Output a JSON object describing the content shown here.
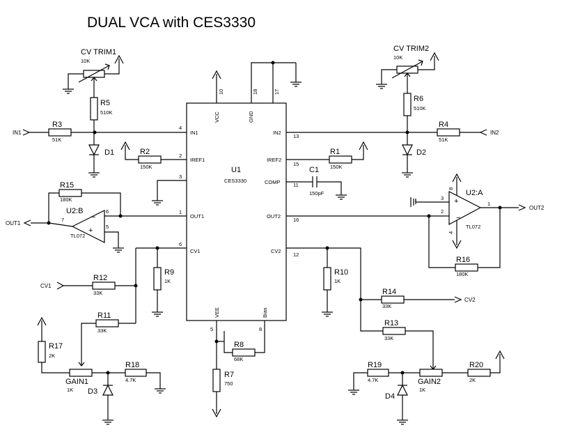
{
  "title": "DUAL VCA with CES3330",
  "ic": {
    "ref": "U1",
    "part": "CES3330",
    "pins": {
      "in1": {
        "num": "4",
        "name": "IN1"
      },
      "iref1": {
        "num": "2",
        "name": "IREF1"
      },
      "p3": {
        "num": "3"
      },
      "out1": {
        "num": "1",
        "name": "OUT1"
      },
      "cv1": {
        "num": "6",
        "name": "CV1"
      },
      "vcc": {
        "num": "10",
        "name": "VCC"
      },
      "gnd": {
        "num": "18",
        "name": "GND"
      },
      "p17": {
        "num": "17"
      },
      "vee": {
        "num": "5",
        "name": "VEE"
      },
      "bias": {
        "num": "8",
        "name": "Bias"
      },
      "in2": {
        "num": "13",
        "name": "IN2"
      },
      "iref2": {
        "num": "15",
        "name": "IREF2"
      },
      "comp": {
        "num": "11",
        "name": "COMP"
      },
      "out2": {
        "num": "16",
        "name": "OUT2"
      },
      "cv2": {
        "num": "12",
        "name": "CV2"
      }
    }
  },
  "opamps": {
    "u2b": {
      "ref": "U2:B",
      "part": "TL072",
      "pin_in_neg": "6",
      "pin_in_pos": "5",
      "pin_out": "7",
      "sign_neg": "−",
      "sign_pos": "+"
    },
    "u2a": {
      "ref": "U2:A",
      "part": "TL072",
      "pin_in_pos": "3",
      "pin_in_neg": "2",
      "pin_out": "1",
      "pin_vpos": "8",
      "pin_vneg": "4",
      "sign_neg": "−",
      "sign_pos": "+"
    }
  },
  "components": {
    "cvtrim1": {
      "ref": "CV TRIM1",
      "value": "10K"
    },
    "cvtrim2": {
      "ref": "CV TRIM2",
      "value": "10K"
    },
    "r1": {
      "ref": "R1",
      "value": "150K"
    },
    "r2": {
      "ref": "R2",
      "value": "150K"
    },
    "r3": {
      "ref": "R3",
      "value": "51K"
    },
    "r4": {
      "ref": "R4",
      "value": "51K"
    },
    "r5": {
      "ref": "R5",
      "value": "510K"
    },
    "r6": {
      "ref": "R6",
      "value": "510K"
    },
    "r7": {
      "ref": "R7",
      "value": "750"
    },
    "r8": {
      "ref": "R8",
      "value": "68K"
    },
    "r9": {
      "ref": "R9",
      "value": "1K"
    },
    "r10": {
      "ref": "R10",
      "value": "1K"
    },
    "r11": {
      "ref": "R11",
      "value": "33K"
    },
    "r12": {
      "ref": "R12",
      "value": "33K"
    },
    "r13": {
      "ref": "R13",
      "value": "33K"
    },
    "r14": {
      "ref": "R14",
      "value": "33K"
    },
    "r15": {
      "ref": "R15",
      "value": "180K"
    },
    "r16": {
      "ref": "R16",
      "value": "180K"
    },
    "r17": {
      "ref": "R17",
      "value": "2K"
    },
    "r18": {
      "ref": "R18",
      "value": "4.7K"
    },
    "r19": {
      "ref": "R19",
      "value": "4.7K"
    },
    "r20": {
      "ref": "R20",
      "value": "2K"
    },
    "c1": {
      "ref": "C1",
      "value": "150pF"
    },
    "gain1": {
      "ref": "GAIN1",
      "value": "1K"
    },
    "gain2": {
      "ref": "GAIN2",
      "value": "1K"
    },
    "d1": {
      "ref": "D1"
    },
    "d2": {
      "ref": "D2"
    },
    "d3": {
      "ref": "D3"
    },
    "d4": {
      "ref": "D4"
    }
  },
  "nets": {
    "in1": "IN1",
    "in2": "IN2",
    "out1": "OUT1",
    "out2": "OUT2",
    "cv1": "CV1",
    "cv2": "CV2"
  }
}
